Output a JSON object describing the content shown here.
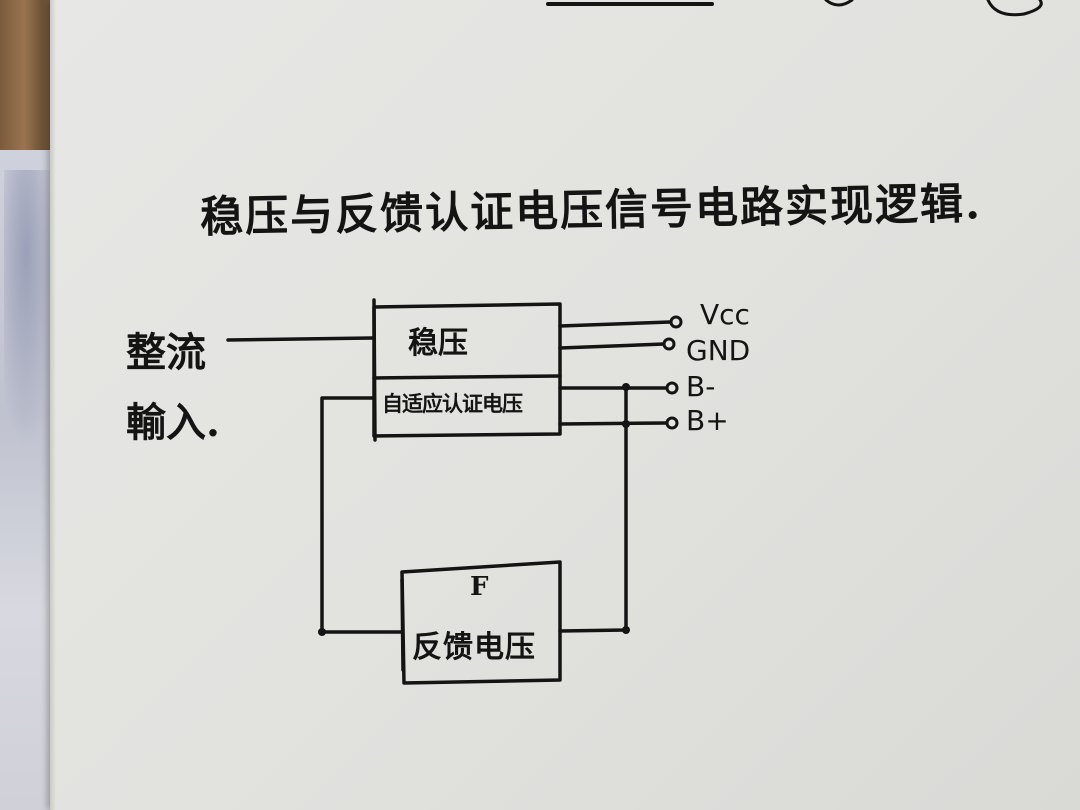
{
  "title": "稳压与反馈认证电压信号电路实现逻辑.",
  "input_label": [
    "整流",
    "輸入."
  ],
  "blocks": {
    "regulator": "稳压",
    "adaptive": "自适应认证电压",
    "feedback_letter": "F",
    "feedback": "反馈电压"
  },
  "terminals": [
    "Vcc",
    "GND",
    "B-",
    "B+"
  ],
  "colors": {
    "ink": "#141414",
    "paper": "#e4e4e1"
  }
}
